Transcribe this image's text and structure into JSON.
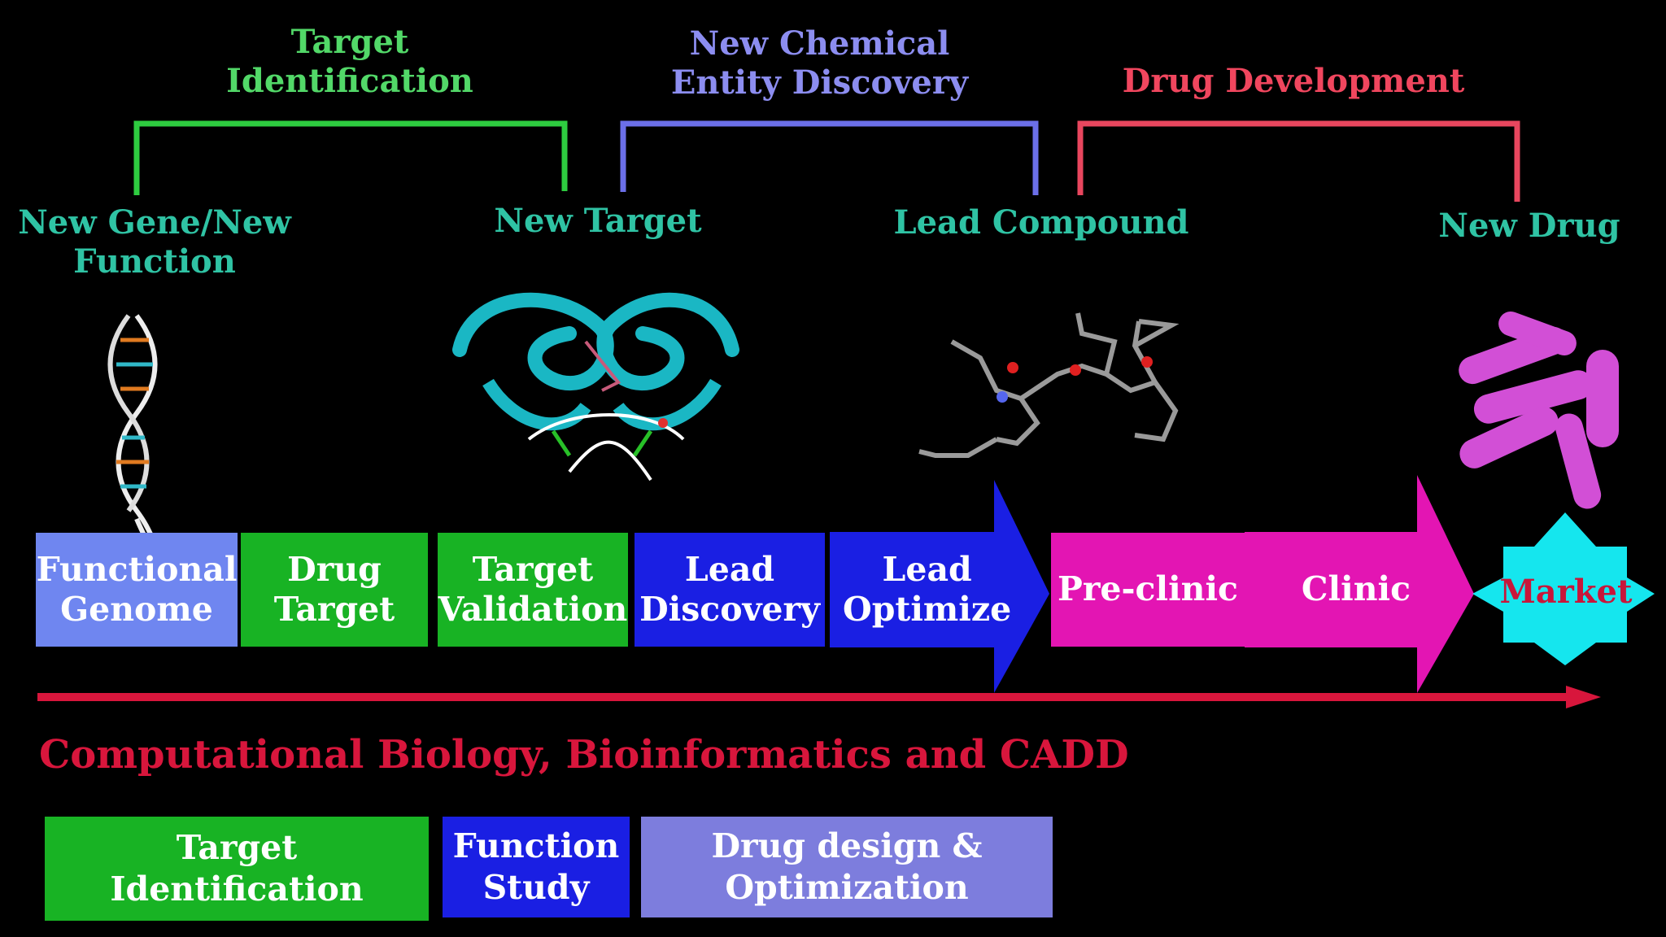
{
  "colors": {
    "green": "#18b324",
    "green_text": "#52d868",
    "blue": "#1a1fe3",
    "blue_text": "#8c8df0",
    "light_blue": "#6f86f0",
    "magenta": "#e315b3",
    "red": "#e83b57",
    "teal_text": "#2fc3a4",
    "cyan": "#15e6ee",
    "crimson": "#d8163c",
    "periwinkle": "#7d7ddd"
  },
  "phases": [
    {
      "title": "Target\nIdentification",
      "color": "#52d868"
    },
    {
      "title": "New Chemical\nEntity Discovery",
      "color": "#8c8df0"
    },
    {
      "title": "Drug Development",
      "color": "#f0465e"
    }
  ],
  "milestones": [
    "New Gene/New\nFunction",
    "New Target",
    "Lead Compound",
    "New Drug"
  ],
  "illustrations": [
    "dna-helix",
    "protein-structure",
    "molecule",
    "pills"
  ],
  "stages": [
    {
      "label": "Functional\nGenome",
      "color": "#6f86f0"
    },
    {
      "label": "Drug\nTarget",
      "color": "#18b324"
    },
    {
      "label": "Target\nValidation",
      "color": "#18b324"
    },
    {
      "label": "Lead\nDiscovery",
      "color": "#1a1fe3"
    },
    {
      "label": "Lead\nOptimize",
      "color": "#1a1fe3"
    },
    {
      "label": "Pre-clinic",
      "color": "#e315b3"
    },
    {
      "label": "Clinic",
      "color": "#e315b3"
    }
  ],
  "market": {
    "label": "Market",
    "color": "#15e6ee",
    "text_color": "#c8163a"
  },
  "pipeline_caption": "Computational Biology, Bioinformatics and CADD",
  "support_areas": [
    {
      "label": "Target\nIdentification",
      "color": "#18b324"
    },
    {
      "label": "Function\nStudy",
      "color": "#1a1fe3"
    },
    {
      "label": "Drug design &\nOptimization",
      "color": "#7d7ddd"
    }
  ]
}
